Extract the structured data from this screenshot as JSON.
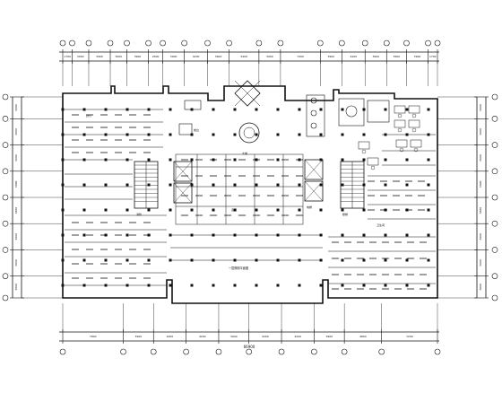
{
  "drawing": {
    "top_dims": [
      "1700",
      "3000",
      "3900",
      "3000",
      "3900",
      "2600",
      "3900",
      "4200",
      "3900",
      "5400",
      "3900",
      "7200",
      "3900",
      "4200",
      "3900",
      "3600",
      "3900",
      "1700"
    ],
    "top_total": "",
    "bottom_dims": [
      "7800",
      "3900",
      "4200",
      "4200",
      "3900",
      "4200",
      "4200",
      "3900",
      "4800",
      "7200"
    ],
    "bottom_total": "66900",
    "left_dims": [
      "3000",
      "3600",
      "3600",
      "3600",
      "3600",
      "3600",
      "3600",
      "3000"
    ],
    "right_dims": [
      "3000",
      "3600",
      "3600",
      "3600",
      "3600",
      "3600",
      "3600",
      "3000"
    ],
    "room_labels": [
      "大堂",
      "前台",
      "走廊",
      "消防",
      "电梯",
      "楼梯",
      "卫生间",
      "办公"
    ],
    "plan_title": "一层照明平面图"
  },
  "colors": {
    "line": "#111111",
    "background": "#ffffff"
  }
}
